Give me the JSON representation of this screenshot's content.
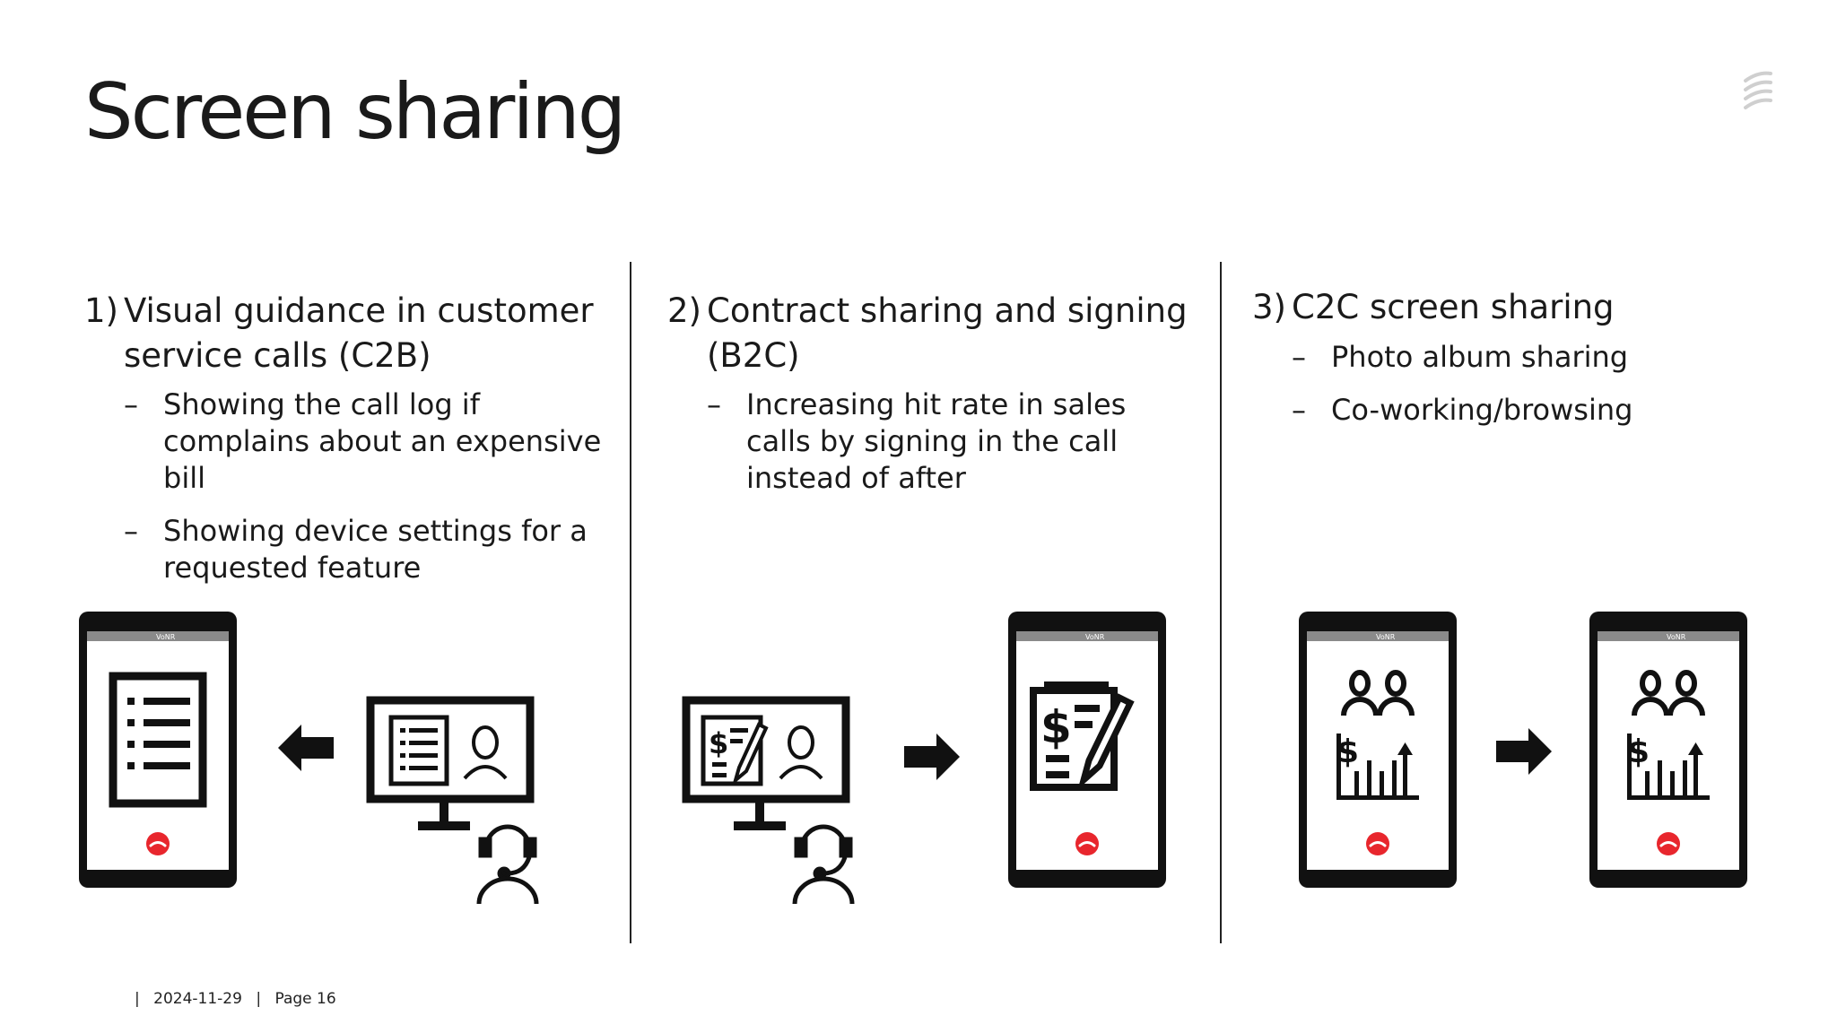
{
  "slide": {
    "title": "Screen sharing",
    "columns": [
      {
        "number": "1)",
        "heading": "Visual guidance in customer service calls (C2B)",
        "bullets": [
          "Showing the call log if complains about an expensive bill",
          "Showing device settings for a requested feature"
        ]
      },
      {
        "number": "2)",
        "heading": "Contract sharing and signing (B2C)",
        "bullets": [
          "Increasing hit rate in sales calls by signing in the call instead of after"
        ]
      },
      {
        "number": "3)",
        "heading": "C2C screen sharing",
        "bullets": [
          "Photo album sharing",
          "Co-working/browsing"
        ]
      }
    ],
    "bullet_marker": "–",
    "phone_status_text": "VoNR",
    "icons": [
      "logo-icon",
      "phone-icon",
      "list-icon",
      "arrow-left-icon",
      "arrow-right-icon",
      "monitor-icon",
      "document-icon",
      "agent-headset-icon",
      "contract-sign-icon",
      "people-icon",
      "finance-chart-icon",
      "end-call-icon"
    ],
    "colors": {
      "end_call": "#e8262d",
      "ink": "#111111"
    }
  },
  "footer": {
    "separator": "|",
    "date": "2024-11-29",
    "page_label": "Page 16"
  }
}
